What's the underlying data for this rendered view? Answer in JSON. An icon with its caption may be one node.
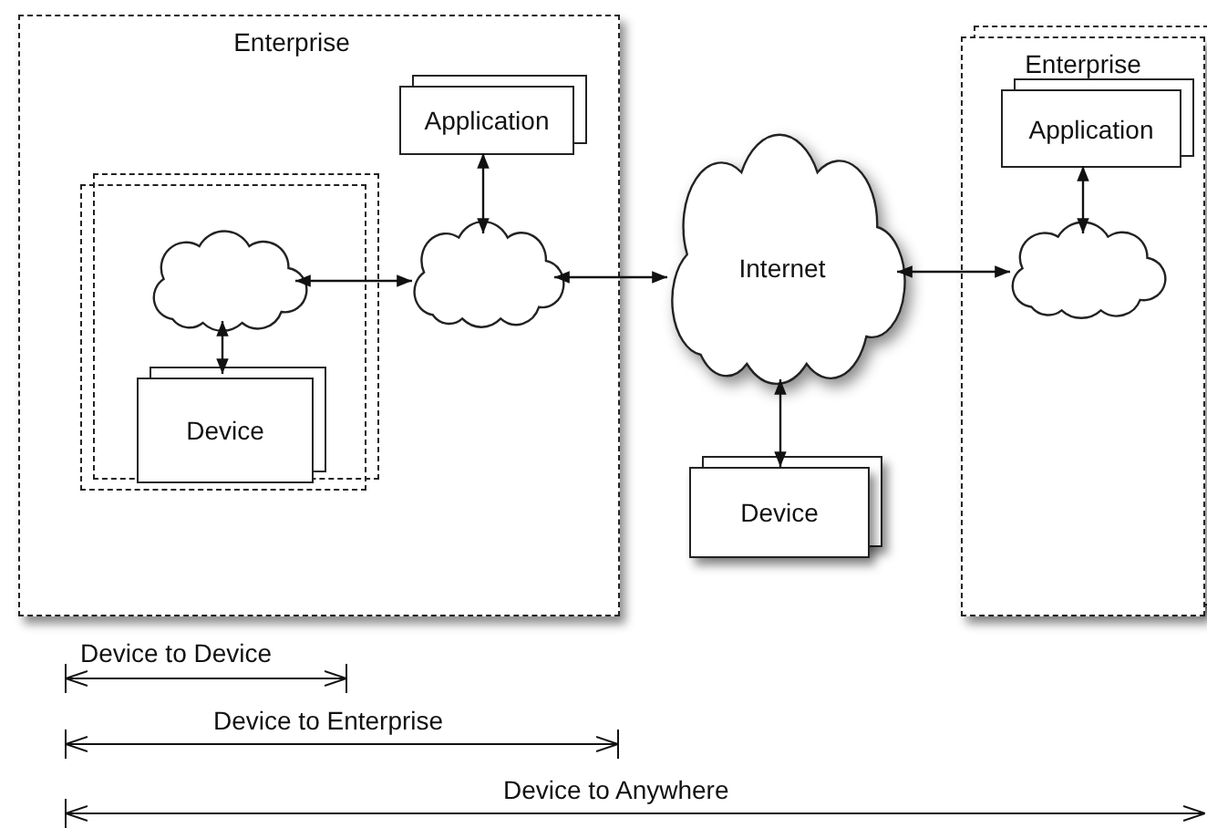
{
  "diagram": {
    "nodes": [
      {
        "text": [
          "Enterprise"
        ]
      },
      {
        "text": [],
        "shape": "box",
        "in": 0
      },
      {
        "text": [],
        "shape": "cloud",
        "in": 1
      },
      {
        "text": [
          "Device"
        ],
        "in": 1
      },
      {
        "text": [
          "Application"
        ],
        "in": 0
      },
      {
        "text": [],
        "shape": "cloud",
        "in": 0
      },
      {
        "text": [
          "Internet"
        ]
      },
      {
        "text": [
          "Device"
        ]
      },
      {
        "text": [
          "Enterprise"
        ]
      },
      {
        "text": [
          "Application"
        ],
        "in": 8
      },
      {
        "text": [],
        "shape": "cloud",
        "in": 8
      }
    ],
    "edges": [
      {
        "from": 2,
        "to": 5,
        "arrow": "both"
      },
      {
        "from": 2,
        "to": 3,
        "arrow": "both"
      },
      {
        "from": 4,
        "to": 5,
        "arrow": "both"
      },
      {
        "from": 5,
        "to": 6,
        "arrow": "both"
      },
      {
        "from": 6,
        "to": 7,
        "arrow": "both"
      },
      {
        "from": 6,
        "to": 10,
        "arrow": "both"
      },
      {
        "from": 9,
        "to": 10,
        "arrow": "both"
      }
    ],
    "labels": [
      "Device to Device",
      "Device to Enterprise",
      "Device to Anywhere"
    ]
  }
}
